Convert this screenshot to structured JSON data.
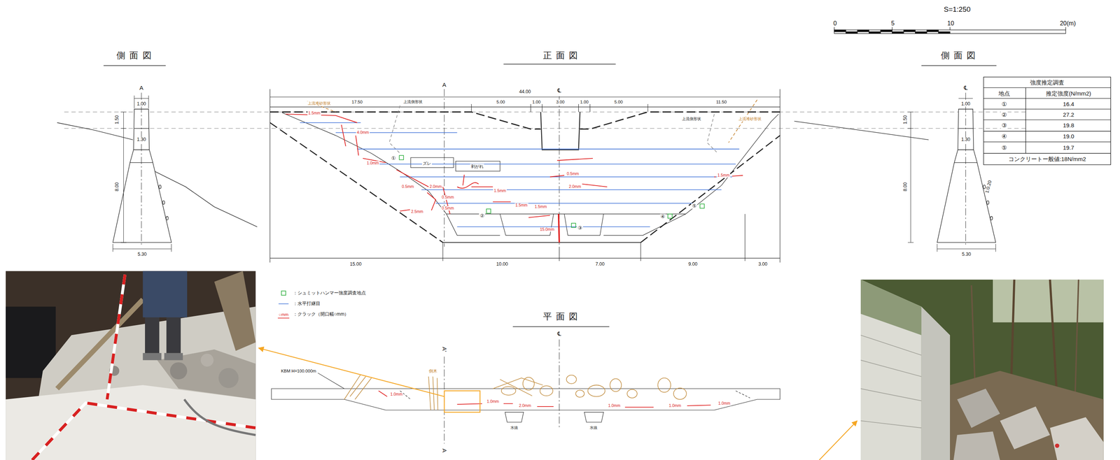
{
  "diagram": {
    "labels": [
      "S=1:250",
      "0",
      "5",
      "10",
      "20(m)",
      "側面図",
      "正面図",
      "側面図",
      "強度推定調査",
      "地点",
      "推定強度(N/mm2)",
      "①",
      "16.4",
      "②",
      "27.2",
      "③",
      "19.8",
      "④",
      "19.0",
      "⑤",
      "19.7",
      "コンクリートー般値:18N/mm2",
      "A",
      "1.00",
      "1.50",
      "1.30",
      "8.00",
      "5.30",
      "℄",
      "1.00",
      "1.50",
      "1.30",
      "8.00",
      "1:0.20",
      "5.30",
      "44.00",
      "17.50",
      "5.00",
      "1.00",
      "3.00",
      "1.00",
      "5.00",
      "11.50",
      "A",
      "℄",
      "上流堆砂形状",
      "上流側形状",
      "上流側形状",
      "上流堆砂形状",
      "ズレ",
      "剥がれ",
      "①",
      "②",
      "③",
      "④",
      "⑤",
      "1.5mm",
      "4.0mm",
      "1.0mm",
      "0.5mm",
      "2.0mm",
      "0.5mm",
      "0.5mm",
      "2.5mm",
      "1.5mm",
      "1.5mm",
      "1.5mm",
      "15.0mm",
      "0.5mm",
      "2.0mm",
      "1.5mm",
      "○mm",
      "15.00",
      "10.00",
      "7.00",
      "9.00",
      "3.00",
      "平面図",
      "℄",
      "A'",
      "A",
      "KBM H=100.000m",
      "倒木",
      "1.0mm",
      "1.0mm",
      "2.0mm",
      "1.0mm",
      "1.0mm",
      "1.0mm",
      "水抜",
      "水抜"
    ],
    "legend": [
      {
        "text": "：シュミットハンマー強度調査地点"
      },
      {
        "text": "：水平打継目"
      },
      {
        "text": "：クラック（開口幅○mm）"
      }
    ]
  }
}
